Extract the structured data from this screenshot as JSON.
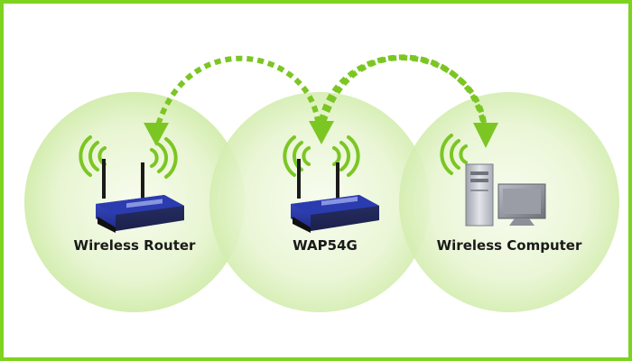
{
  "diagram": {
    "nodes": [
      {
        "id": "router",
        "label": "Wireless Router",
        "device": "router-icon"
      },
      {
        "id": "wap",
        "label": "WAP54G",
        "device": "router-icon"
      },
      {
        "id": "computer",
        "label": "Wireless Computer",
        "device": "desktop-computer-icon"
      }
    ],
    "links": [
      {
        "from": "wap",
        "to": "router",
        "style": "dashed-arrow"
      },
      {
        "from": "computer",
        "to": "wap",
        "style": "dashed-arrow"
      },
      {
        "from": "wap",
        "to": "computer",
        "style": "dashed-arrow"
      }
    ]
  },
  "colors": {
    "border": "#7ed321",
    "arrow": "#7cc624",
    "halo": "#dff2c2",
    "signal": "#7cc624",
    "router_body": "#2e3fae",
    "router_top": "#1f2b80",
    "antenna": "#1a1a1a",
    "computer_case": "#c9ccd3",
    "monitor": "#8d9099"
  }
}
